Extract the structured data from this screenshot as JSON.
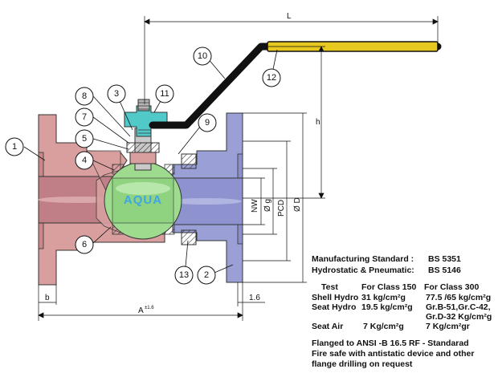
{
  "callouts": [
    "1",
    "2",
    "3",
    "4",
    "5",
    "6",
    "7",
    "8",
    "9",
    "10",
    "11",
    "12",
    "13"
  ],
  "brand_label": "AQUA",
  "dimensions": {
    "L": "L",
    "h": "h",
    "NW": "NW",
    "phi_g": "Ø g",
    "PCD": "PCD",
    "phi_D": "Ø D",
    "b": "b",
    "A": "A",
    "A_tol": "±1.6",
    "t": "1.6"
  },
  "specs": {
    "manufacturing_label": "Manufacturing Standard :",
    "manufacturing_value": "BS 5351",
    "hydro_label": "Hydrostatic & Pneumatic:",
    "hydro_value": "BS 5146",
    "table_headers": [
      "Test",
      "For Class 150",
      "For Class 300"
    ],
    "rows": [
      {
        "test": "Shell Hydro",
        "c150": "31 kg/cm²g",
        "c300": "77.5 /65  kg/cm²g"
      },
      {
        "test": "Seat Hydro",
        "c150": "19.5 kg/cm²g",
        "c300": "Gr.B-51,Gr.C-42,"
      },
      {
        "test": "",
        "c150": "",
        "c300": "Gr.D-32 Kg/cm²g"
      },
      {
        "test": "Seat Air",
        "c150": "7 Kg/cm²g",
        "c300": "7 Kg/cm²gr"
      }
    ],
    "notes": [
      "Flanged to ANSI -B 16.5 RF - Standarad",
      "Fire safe with antistatic device and other",
      "flange drilling on request"
    ]
  },
  "colors": {
    "body_pink": "#d99f9f",
    "body_pink_dark": "#b87878",
    "flange_blue": "#9aa0d6",
    "ball_green": "#9fdb8f",
    "stem_teal": "#52c9c9",
    "handle_black": "#111111",
    "grip_yellow": "#e6c81e",
    "brand_text": "#3fa6e0"
  }
}
